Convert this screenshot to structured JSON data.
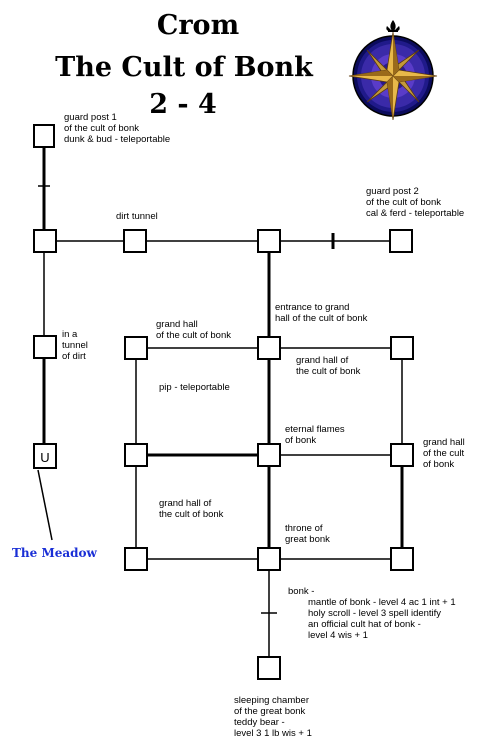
{
  "title": {
    "line1": "Crom",
    "line2": "The Cult of Bonk",
    "line3": "2 - 4"
  },
  "compass_icon": "compass-rose-icon",
  "rooms": {
    "guard_post_1": [
      "guard post 1",
      "of the cult of bonk",
      "dunk & bud - teleportable"
    ],
    "guard_post_2": [
      "guard post 2",
      "of the cult of bonk",
      "cal & ferd - teleportable"
    ],
    "dirt_tunnel": [
      "dirt tunnel"
    ],
    "tunnel_of_dirt": [
      "in a",
      "tunnel",
      "of dirt"
    ],
    "entrance": [
      "entrance to grand",
      "hall of the cult of bonk"
    ],
    "grand_hall_nw": [
      "grand hall",
      "of the cult of bonk"
    ],
    "grand_hall_ne": [
      "grand hall of",
      "the cult of bonk"
    ],
    "pip": [
      "pip - teleportable"
    ],
    "eternal_flames": [
      "eternal flames",
      "of bonk"
    ],
    "grand_hall_e": [
      "grand hall",
      "of the cult",
      "of bonk"
    ],
    "grand_hall_sw": [
      "grand hall of",
      "the cult of bonk"
    ],
    "throne": [
      "throne of",
      "great bonk"
    ],
    "bonk": [
      "bonk -",
      "mantle of bonk - level 4  ac 1  int + 1",
      "holy scroll - level 3 spell identify",
      "an official cult hat of bonk -",
      "level 4   wis + 1"
    ],
    "sleeping_chamber": [
      "sleeping chamber",
      "of the great bonk",
      "teddy bear -",
      "level 3  1 lb  wis + 1"
    ]
  },
  "exit_marker": "U",
  "meadow_label": "The Meadow"
}
